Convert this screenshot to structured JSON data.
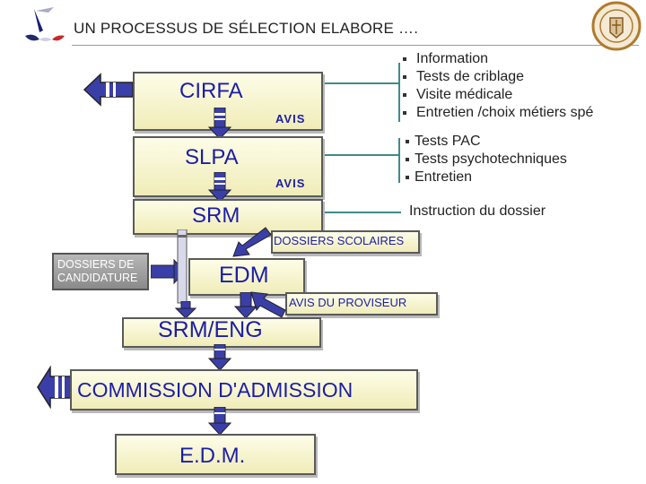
{
  "header": {
    "title": "UN PROCESSUS DE SÉLECTION ELABORE …."
  },
  "logos": {
    "left_logo": "marine-logo-icon",
    "right_logo": "ecole-de-maistrance-seal-icon"
  },
  "boxes": {
    "cirfa": "CIRFA",
    "avis_1": "AVIS",
    "slpa": "SLPA",
    "avis_2": "AVIS",
    "srm": "SRM",
    "dossiers_scolaires": "DOSSIERS SCOLAIRES",
    "dossiers_candidature": "DOSSIERS DE CANDIDATURE",
    "edm": "EDM",
    "avis_proviseur": "AVIS DU PROVISEUR",
    "srm_eng": "SRM/ENG",
    "commission": "COMMISSION D'ADMISSION",
    "edm_final": "E.D.M."
  },
  "lists": {
    "cirfa_steps": [
      "Information",
      "Tests de criblage",
      "Visite médicale",
      "Entretien /choix métiers spé"
    ],
    "slpa_steps": [
      "Tests PAC",
      "Tests psychotechniques",
      "Entretien"
    ],
    "srm_step": "Instruction du dossier"
  },
  "colors": {
    "box_fill_top": "#fdfde8",
    "box_fill_bottom": "#f0ecb8",
    "label_blue": "#1b1ea6",
    "arrow_blue": "#3a3fa8",
    "connector_teal": "#3f8a88"
  }
}
